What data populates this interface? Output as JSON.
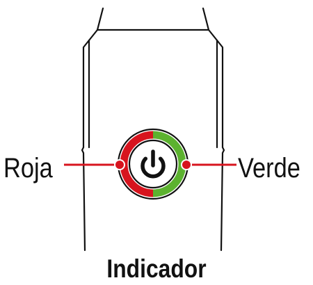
{
  "labels": {
    "left": "Roja",
    "right": "Verde",
    "caption": "Indicador"
  },
  "colors": {
    "red": "#d7141e",
    "green": "#5cb22f",
    "outline": "#111111",
    "background": "#ffffff"
  },
  "icons": {
    "power": "power-icon"
  }
}
